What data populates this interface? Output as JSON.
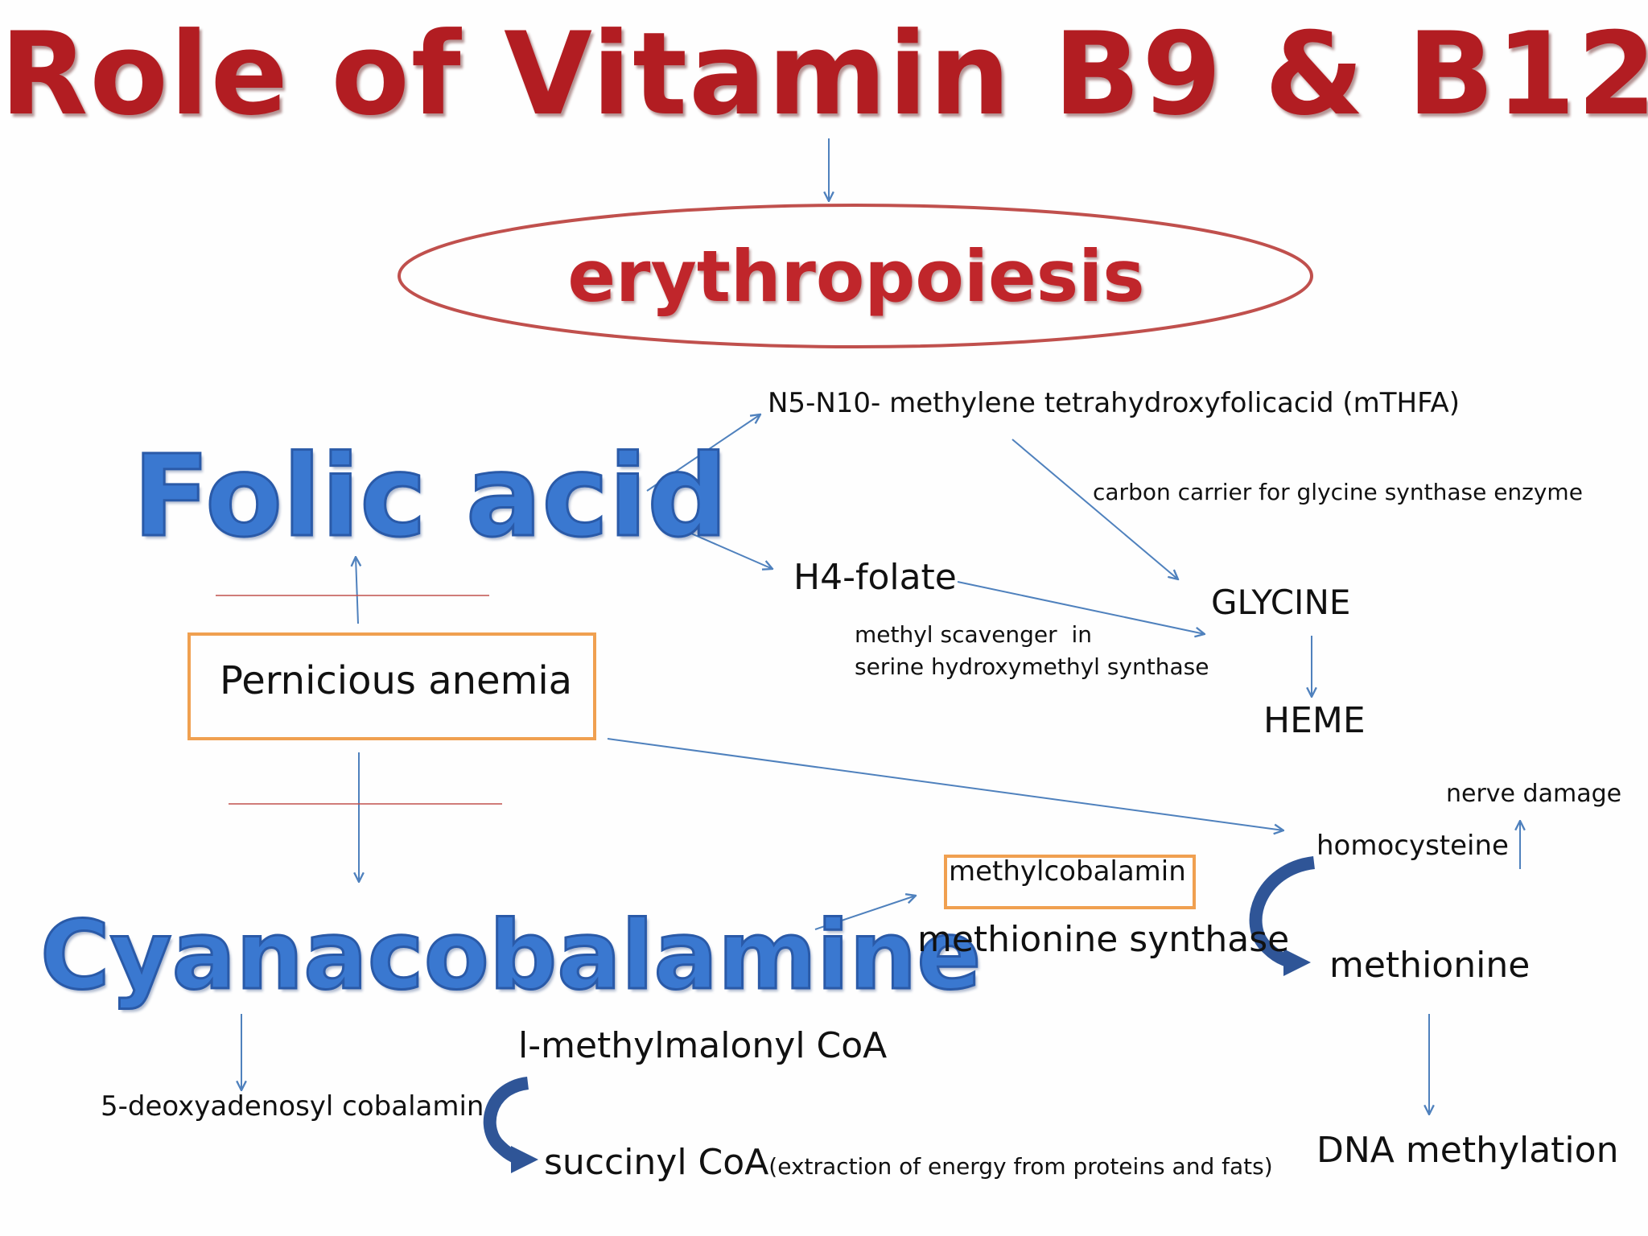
{
  "title": "Role of Vitamin B9 & B12",
  "center": "erythropoiesis",
  "folic_acid": "Folic acid",
  "cyanocobalamine": "Cyanacobalamine",
  "pernicious_anemia": "Pernicious anemia",
  "mthfa": "N5-N10- methylene tetrahydroxyfolicacid (mTHFA)",
  "carbon_carrier": "carbon carrier for glycine synthase enzyme",
  "h4_folate": "H4-folate",
  "methyl_scavenger_1": "methyl scavenger  in",
  "methyl_scavenger_2": "serine hydroxymethyl synthase",
  "glycine": "GLYCINE",
  "heme": "HEME",
  "nerve_damage": "nerve damage",
  "homocysteine": "homocysteine",
  "methylcobalamin": "methylcobalamin",
  "methionine_synthase": "methionine synthase",
  "methionine": "methionine",
  "dna_methylation": "DNA methylation",
  "methylmalonyl": "l-methylmalonyl CoA",
  "deoxyadenosyl": "5-deoxyadenosyl cobalamin",
  "succinyl": "succinyl CoA",
  "succinyl_note": "(extraction of energy from proteins and fats)",
  "colors": {
    "title_red": "#b21d22",
    "ellipse": "#c0504d",
    "arrow_blue": "#4f81bd",
    "curve_blue": "#2f5597",
    "box_orange": "#f0a050",
    "folic_blue": "#3a78d0"
  }
}
